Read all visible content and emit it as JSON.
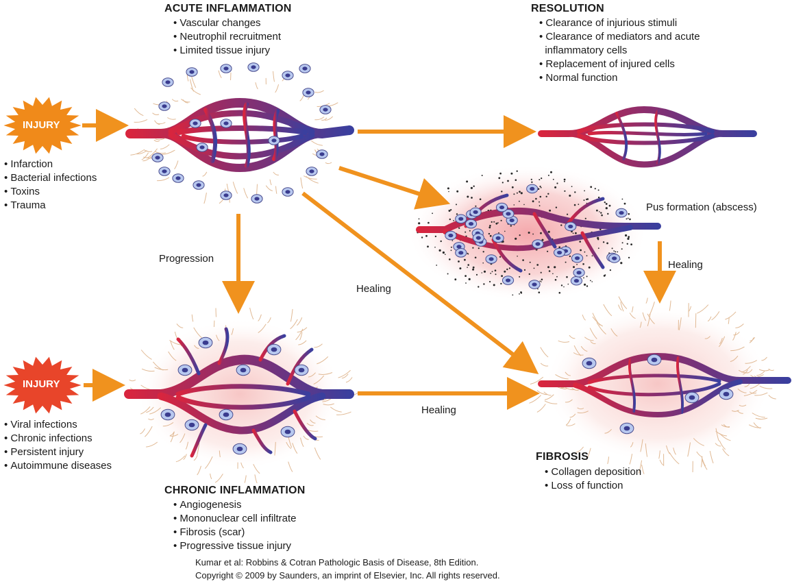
{
  "acute": {
    "title": "ACUTE INFLAMMATION",
    "items": [
      "Vascular changes",
      "Neutrophil recruitment",
      "Limited tissue injury"
    ]
  },
  "resolution": {
    "title": "RESOLUTION",
    "items": [
      "Clearance of injurious stimuli",
      "Clearance of mediators and acute",
      "inflammatory cells",
      "Replacement of injured cells",
      "Normal function"
    ]
  },
  "injury_top": {
    "label": "INJURY",
    "causes": [
      "Infarction",
      "Bacterial infections",
      "Toxins",
      "Trauma"
    ]
  },
  "injury_bottom": {
    "label": "INJURY",
    "causes": [
      "Viral infections",
      "Chronic infections",
      "Persistent injury",
      "Autoimmune diseases"
    ]
  },
  "abscess": {
    "label": "Pus formation (abscess)"
  },
  "arrows": {
    "progression": "Progression",
    "healing_diag": "Healing",
    "healing_abscess": "Healing",
    "healing_chronic": "Healing"
  },
  "chronic": {
    "title": "CHRONIC INFLAMMATION",
    "items": [
      "Angiogenesis",
      "Mononuclear cell infiltrate",
      "Fibrosis (scar)",
      "Progressive tissue injury"
    ]
  },
  "fibrosis": {
    "title": "FIBROSIS",
    "items": [
      "Collagen deposition",
      "Loss of function"
    ]
  },
  "credit": {
    "line1": "Kumar et al: Robbins & Cotran Pathologic Basis of Disease, 8th Edition.",
    "line2": "Copyright © 2009 by Saunders, an imprint of Elsevier, Inc. All rights reserved."
  },
  "colors": {
    "arrow": "#f0921e",
    "burst_top": "#f08a1a",
    "burst_bottom": "#e8452a",
    "artery": "#d8253e",
    "vein": "#3a3f9e",
    "cell_fill": "#b8c8ef",
    "nucleus": "#3a3c8f"
  }
}
